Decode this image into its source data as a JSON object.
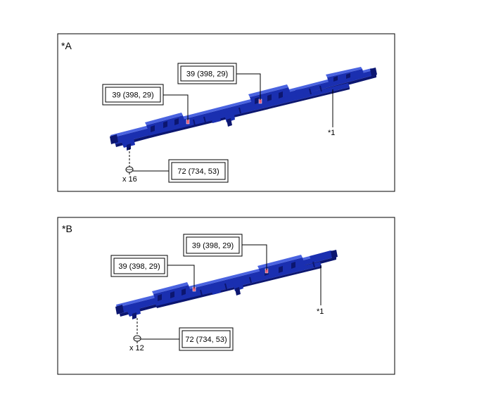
{
  "panels": [
    {
      "id": "A",
      "label": "*A",
      "callouts": [
        {
          "text": "39 (398, 29)"
        },
        {
          "text": "39 (398, 29)"
        },
        {
          "text": "72 (734, 53)"
        }
      ],
      "part_ref": "*1",
      "quantity": "x 16"
    },
    {
      "id": "B",
      "label": "*B",
      "callouts": [
        {
          "text": "39 (398, 29)"
        },
        {
          "text": "39 (398, 29)"
        },
        {
          "text": "72 (734, 53)"
        }
      ],
      "part_ref": "*1",
      "quantity": "x 12"
    }
  ],
  "colors": {
    "part_fill": "#1a2fb0",
    "part_dark": "#0c1670",
    "part_light": "#4a63e0",
    "marker": "#e45a7a",
    "line": "#000000"
  }
}
